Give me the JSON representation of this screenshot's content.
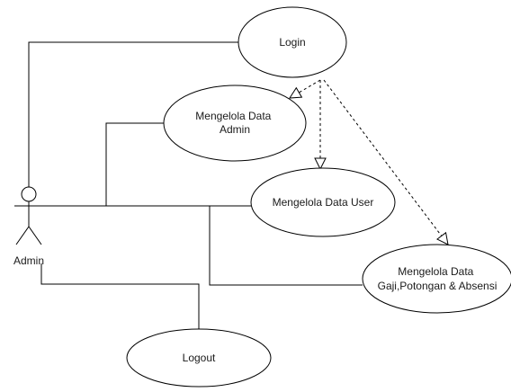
{
  "diagram": {
    "type": "use-case",
    "actor": {
      "label": "Admin"
    },
    "use_cases": {
      "login": {
        "lines": [
          "Login"
        ]
      },
      "mengelola_admin": {
        "lines": [
          "Mengelola Data",
          "Admin"
        ]
      },
      "mengelola_user": {
        "lines": [
          "Mengelola Data User"
        ]
      },
      "mengelola_gaji": {
        "lines": [
          "Mengelola Data",
          "Gaji,Potongan & Absensi"
        ]
      },
      "logout": {
        "lines": [
          "Logout"
        ]
      }
    },
    "relations": [
      {
        "from": "login",
        "to": "mengelola_admin",
        "style": "dashed-arrow"
      },
      {
        "from": "login",
        "to": "mengelola_user",
        "style": "dashed-arrow"
      },
      {
        "from": "login",
        "to": "mengelola_gaji",
        "style": "dashed-arrow"
      },
      {
        "from": "actor",
        "to": "login",
        "style": "association"
      },
      {
        "from": "actor",
        "to": "mengelola_admin",
        "style": "association"
      },
      {
        "from": "actor",
        "to": "mengelola_user",
        "style": "association"
      },
      {
        "from": "actor",
        "to": "mengelola_gaji",
        "style": "association"
      },
      {
        "from": "actor",
        "to": "logout",
        "style": "association"
      }
    ],
    "colors": {
      "stroke": "#000000",
      "text": "#1a1a1a",
      "background": "#ffffff"
    }
  }
}
